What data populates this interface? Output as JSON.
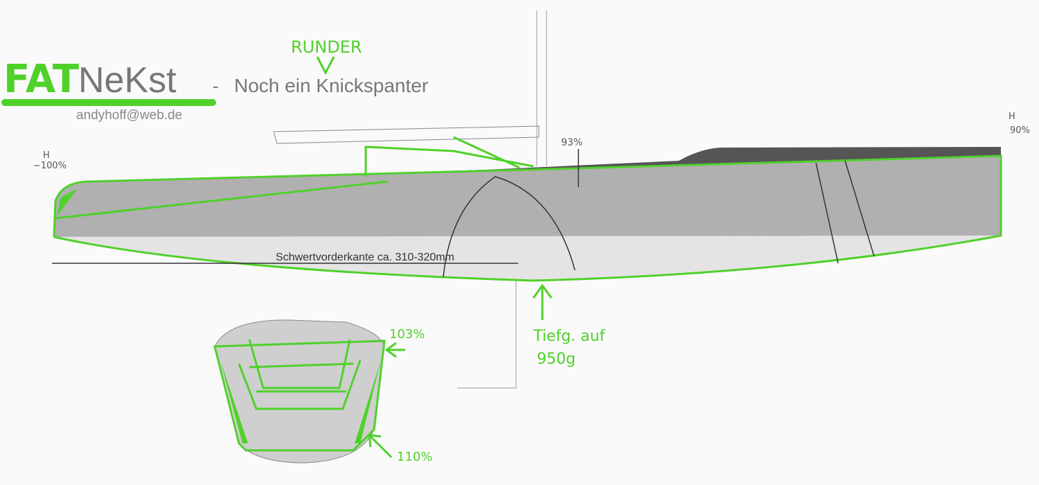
{
  "title": {
    "logo_green": "FAT",
    "logo_gray": "NeKst",
    "dash": "-",
    "subtitle": "Noch ein Knickspanter",
    "email": "andyhoff@web.de",
    "correction": "RUNDER"
  },
  "annotations": {
    "bow_height_label": "H",
    "bow_height": "~100%",
    "stern_height_label": "H",
    "stern_height": "90%",
    "mid_height": "93%",
    "centerboard": "Schwertvorderkante ca. 310-320mm",
    "draft_line1": "Tiefg. auf",
    "draft_line2": "950g",
    "section_top": "103%",
    "section_bottom": "110%"
  },
  "colors": {
    "green": "#4fd12a",
    "hull_gray": "#a9a9a9",
    "text_gray": "#777777"
  }
}
